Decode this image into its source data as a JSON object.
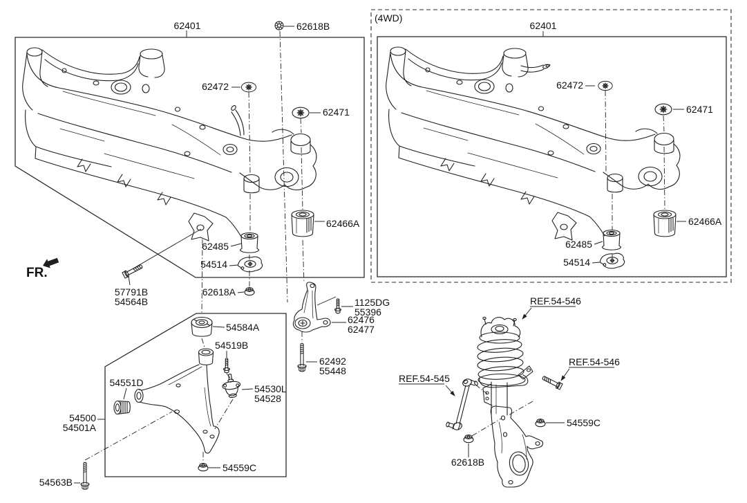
{
  "colors": {
    "ink": "#1f1f1f",
    "background": "#ffffff",
    "frame": "#2a2a2a"
  },
  "orientation": {
    "front_label": "FR."
  },
  "variant_badge": {
    "label": "(4WD)"
  },
  "callouts": {
    "crossmember": "62401",
    "nut_62618B": "62618B",
    "washer_62472": "62472",
    "washer_62471": "62471",
    "bushing_62466A": "62466A",
    "bushing_62485": "62485",
    "plate_54514": "54514",
    "nut_62618A": "62618A",
    "bolt_57791B": "57791B",
    "bolt_54564B": "54564B",
    "bushing_54584A": "54584A",
    "bolt_54519B": "54519B",
    "bushing_54551D": "54551D",
    "balljoint_54530L": "54530L",
    "balljoint_54528": "54528",
    "arm_54500": "54500",
    "arm_54501A": "54501A",
    "nut_54559C": "54559C",
    "bolt_54563B": "54563B",
    "bolt_1125DG": "1125DG",
    "bolt_55396": "55396",
    "stay_62476": "62476",
    "stay_62477": "62477",
    "bolt_62492": "62492",
    "bolt_55448": "55448",
    "ref_strut": "REF.54-546",
    "ref_stabilizer": "REF.54-545"
  }
}
